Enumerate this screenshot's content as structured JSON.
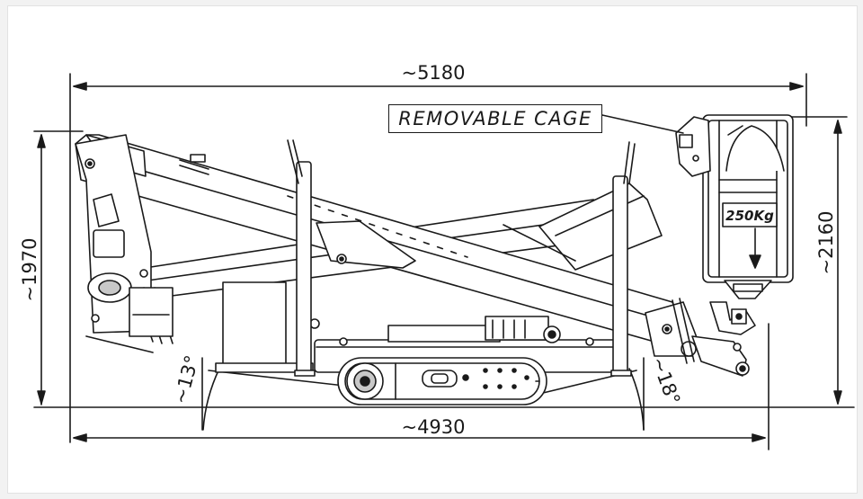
{
  "dimensions": {
    "overall_length": "~5180",
    "track_length": "~4930",
    "stowed_height": "~1970",
    "cage_height": "~2160",
    "angle_rear": "~13°",
    "angle_front": "~18°"
  },
  "cage": {
    "removable_label": "REMOVABLE CAGE",
    "load_label": "250Kg"
  },
  "colors": {
    "line": "#1a1a1a",
    "fill": "#ffffff",
    "shade": "#c8c8c8"
  }
}
